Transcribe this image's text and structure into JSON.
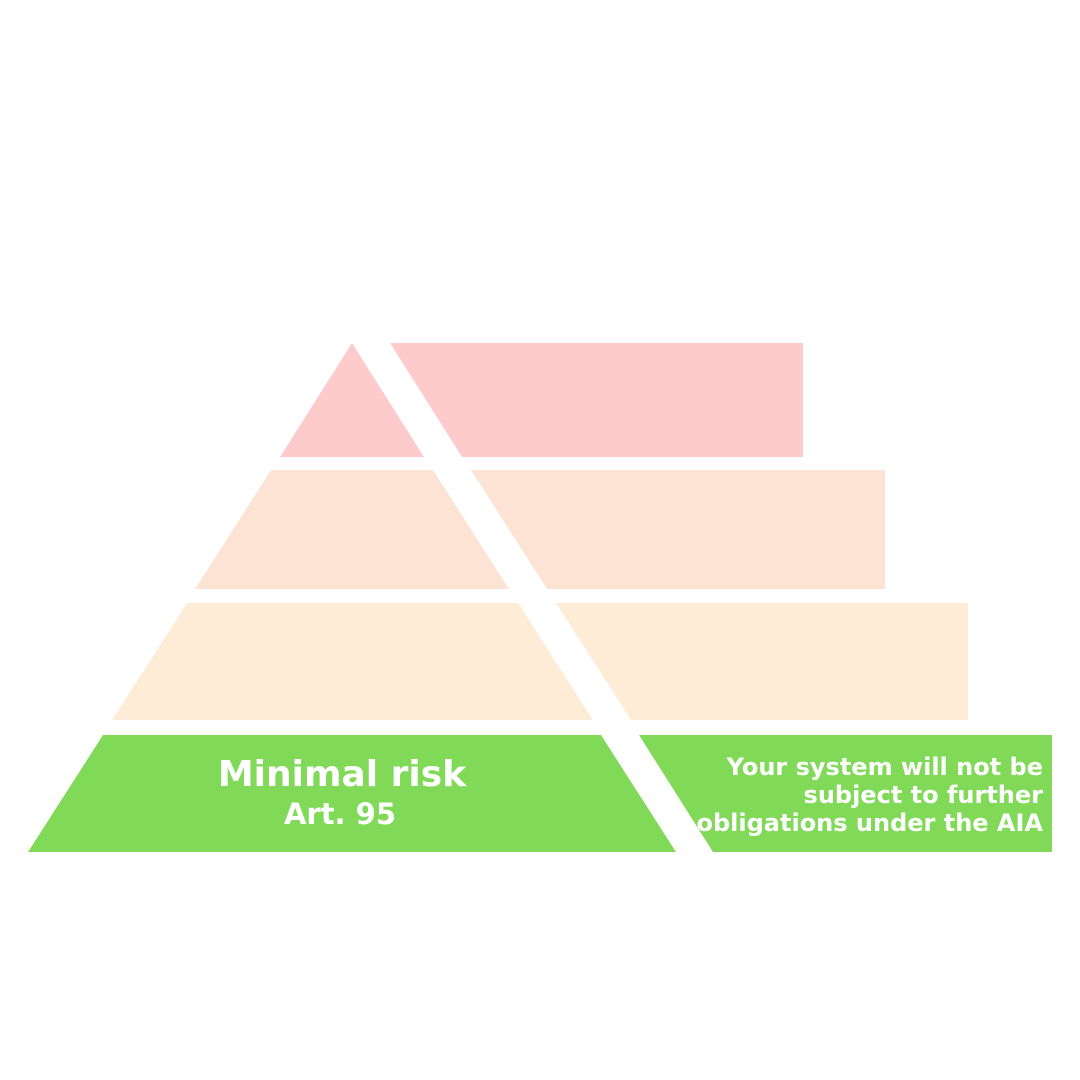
{
  "colors": {
    "background": "#ffffff",
    "tier_unacceptable": "#fdcbcb",
    "tier_high": "#fde3d4",
    "tier_limited": "#feecd7",
    "tier_minimal": "#80da57",
    "text_on_active": "#ffffff"
  },
  "tiers": [
    {
      "id": "unacceptable",
      "title": "",
      "article": "",
      "description": [],
      "active": false
    },
    {
      "id": "high",
      "title": "",
      "article": "",
      "description": [],
      "active": false
    },
    {
      "id": "limited",
      "title": "",
      "article": "",
      "description": [],
      "active": false
    },
    {
      "id": "minimal",
      "title": "Minimal risk",
      "article": "Art. 95",
      "description": [
        "Your system will not be",
        "subject to further",
        "obligations under the AIA"
      ],
      "active": true
    }
  ]
}
